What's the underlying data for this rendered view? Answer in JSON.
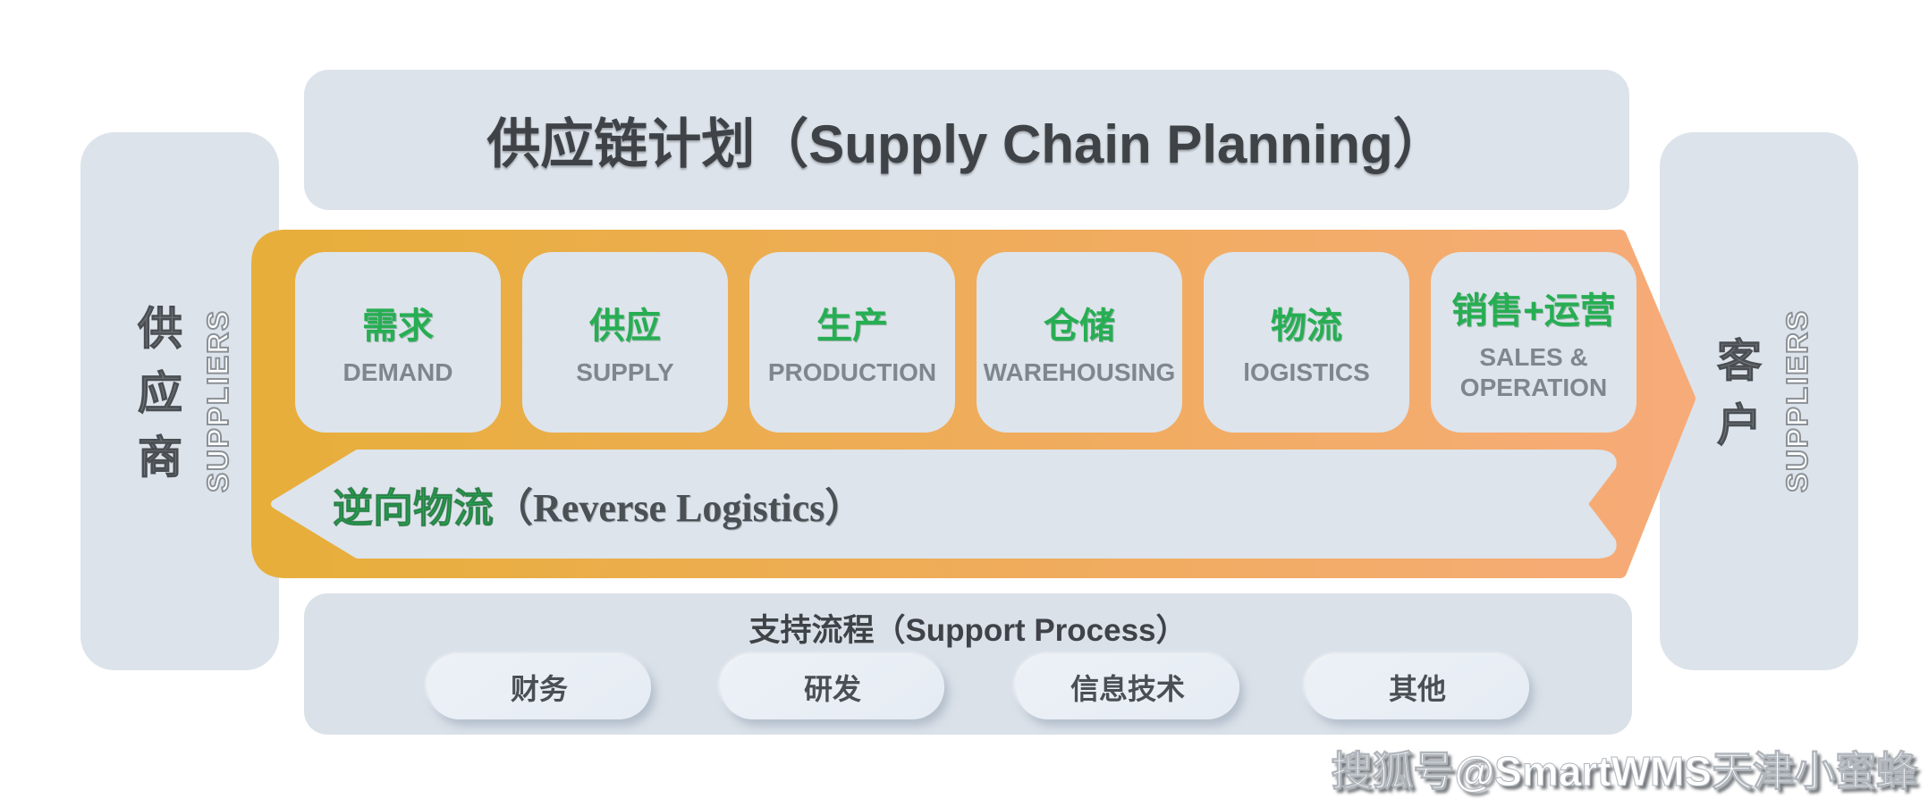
{
  "title_banner": {
    "label": "供应链计划（Supply Chain Planning）"
  },
  "left_block": {
    "cn": "供应商",
    "en": "SUPPLIERS"
  },
  "right_block": {
    "cn": "客户",
    "en": "SUPPLIERS"
  },
  "process_boxes": [
    {
      "cn": "需求",
      "en": "DEMAND"
    },
    {
      "cn": "供应",
      "en": "SUPPLY"
    },
    {
      "cn": "生产",
      "en": "PRODUCTION"
    },
    {
      "cn": "仓储",
      "en": "WAREHOUSING"
    },
    {
      "cn": "物流",
      "en": "lOGISTICS"
    },
    {
      "cn": "销售+运营",
      "en": "SALES & OPERATION"
    }
  ],
  "reverse_band": {
    "cn": "逆向物流",
    "en": "（Reverse Logistics）"
  },
  "support_panel": {
    "title": "支持流程（Support Process）",
    "pills": [
      "财务",
      "研发",
      "信息技术",
      "其他"
    ]
  },
  "watermark": {
    "text": "搜狐号@SmartWMS天津小蜜蜂"
  },
  "colors": {
    "panel": "#dce3eb",
    "box": "#dde4eb",
    "pill": "#e6ecf3",
    "orange_left": "#e7ae3a",
    "orange_right": "#f7ab79",
    "green": "#27ae53",
    "text_dark": "#3f4347",
    "text_gray": "#7f868d",
    "side_text": "#6e7378"
  }
}
